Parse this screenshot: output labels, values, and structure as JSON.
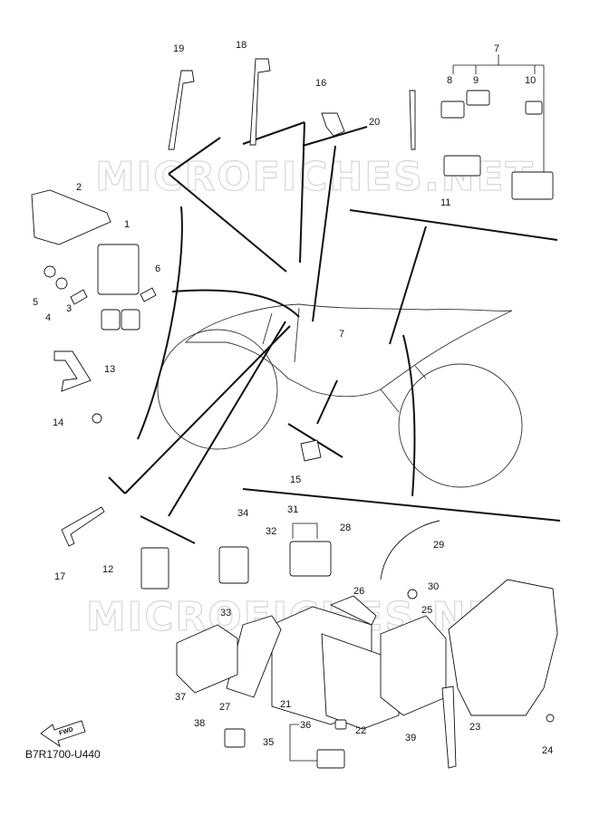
{
  "diagram": {
    "code": "B7R1700-U440",
    "watermark": "MICROFICHES.NET",
    "fwd_label": "FWD",
    "callouts": [
      "1",
      "2",
      "3",
      "4",
      "5",
      "6",
      "7",
      "7",
      "8",
      "9",
      "10",
      "11",
      "12",
      "13",
      "14",
      "15",
      "16",
      "17",
      "18",
      "19",
      "20",
      "21",
      "22",
      "23",
      "24",
      "25",
      "26",
      "27",
      "28",
      "29",
      "30",
      "31",
      "32",
      "33",
      "34",
      "35",
      "36",
      "37",
      "38",
      "39"
    ]
  }
}
